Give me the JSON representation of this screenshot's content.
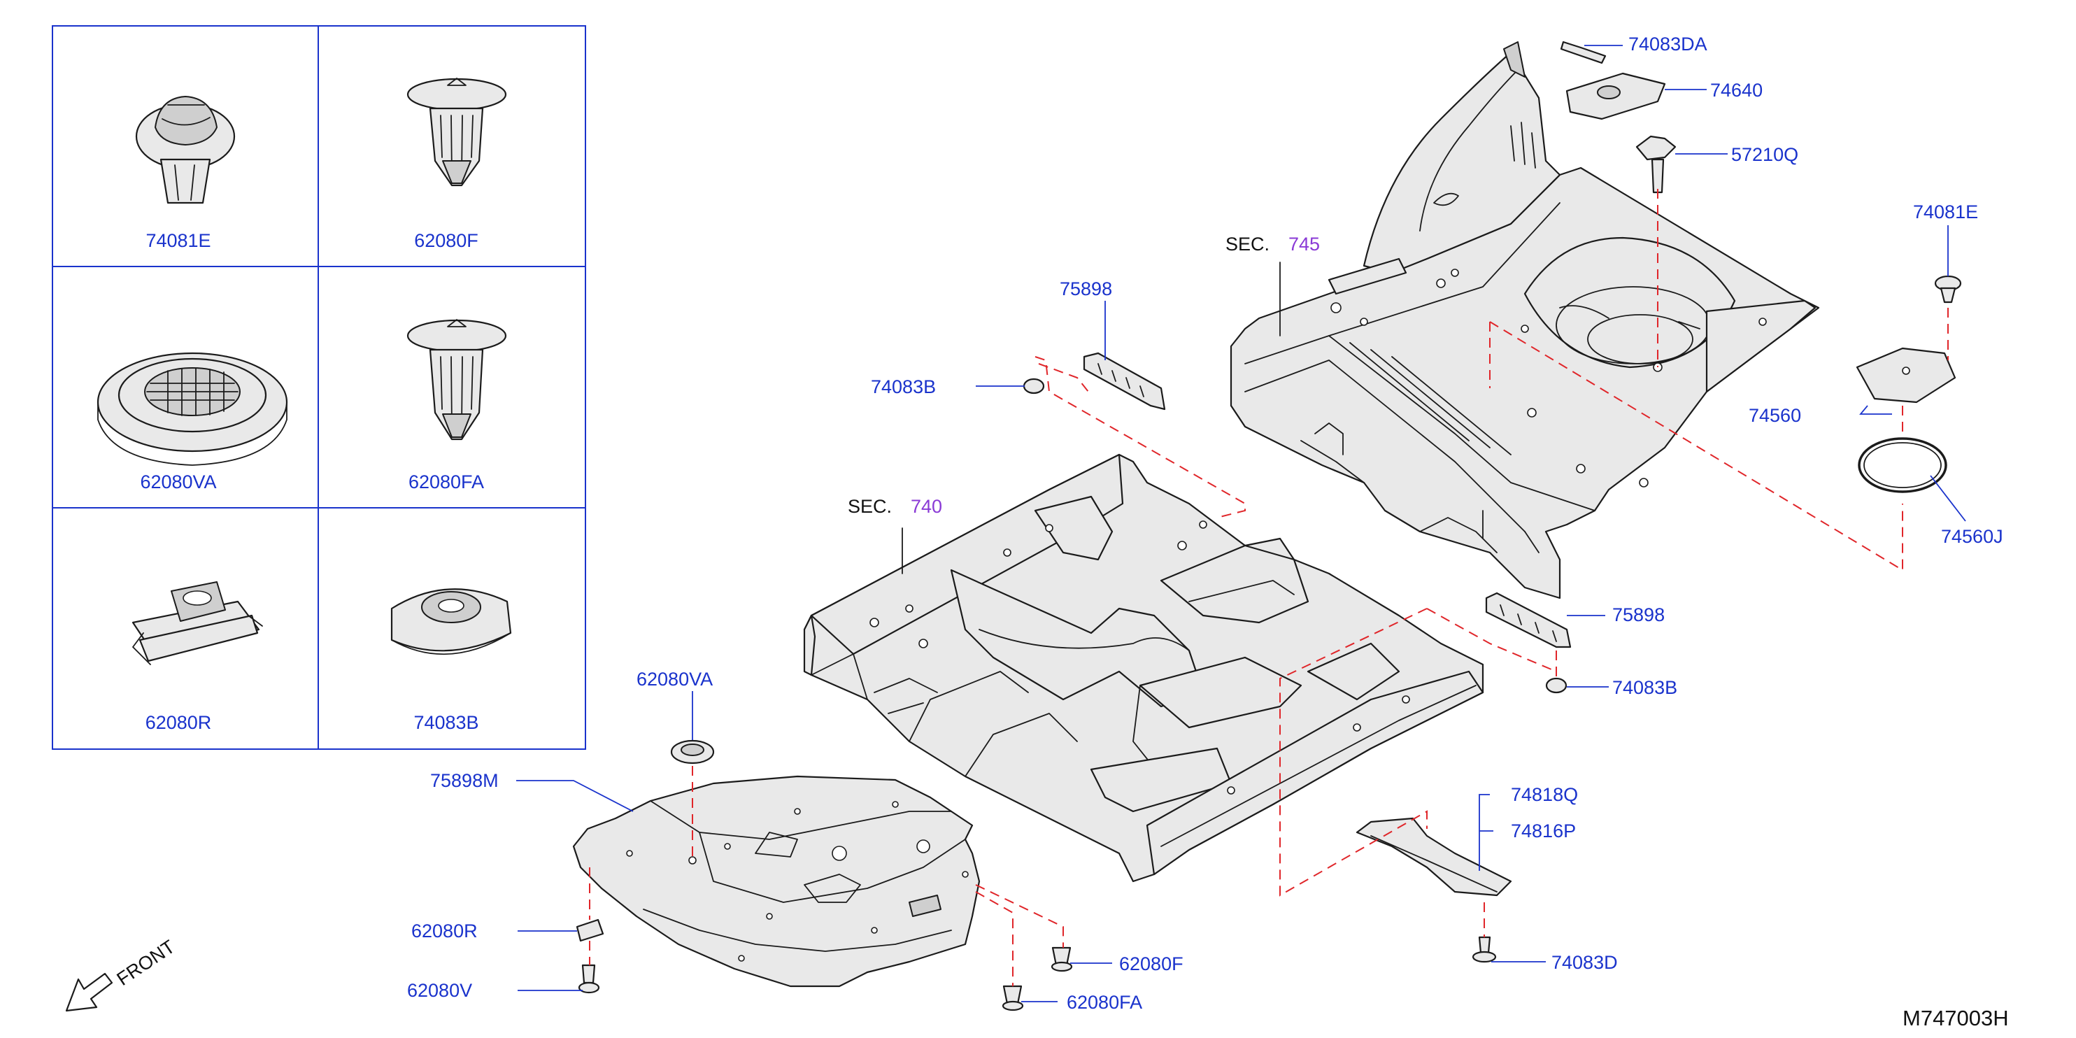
{
  "legend": {
    "cells": [
      {
        "part": "74081E"
      },
      {
        "part": "62080F"
      },
      {
        "part": "62080VA"
      },
      {
        "part": "62080FA"
      },
      {
        "part": "62080R"
      },
      {
        "part": "74083B"
      }
    ]
  },
  "sections": {
    "rear": {
      "prefix": "SEC.",
      "number": "745"
    },
    "front": {
      "prefix": "SEC.",
      "number": "740"
    }
  },
  "callouts": {
    "p74083DA": "74083DA",
    "p74640": "74640",
    "p57210Q": "57210Q",
    "p74081E": "74081E",
    "p74560": "74560",
    "p74560J": "74560J",
    "p75898_upper": "75898",
    "p74083B_upper": "74083B",
    "p75898_lower": "75898",
    "p74083B_lower": "74083B",
    "p62080VA": "62080VA",
    "p75898M": "75898M",
    "p74818Q": "74818Q",
    "p74816P": "74816P",
    "p62080R": "62080R",
    "p62080V": "62080V",
    "p62080F": "62080F",
    "p62080FA": "62080FA",
    "p74083D": "74083D"
  },
  "direction": {
    "label": "FRONT"
  },
  "drawing_code": "M747003H",
  "colors": {
    "label": "#1a33cc",
    "section_number": "#8a3ad6",
    "phantom_line": "#e0262a",
    "outline": "#1b1b1b",
    "part_fill": "#e9e9e9"
  }
}
